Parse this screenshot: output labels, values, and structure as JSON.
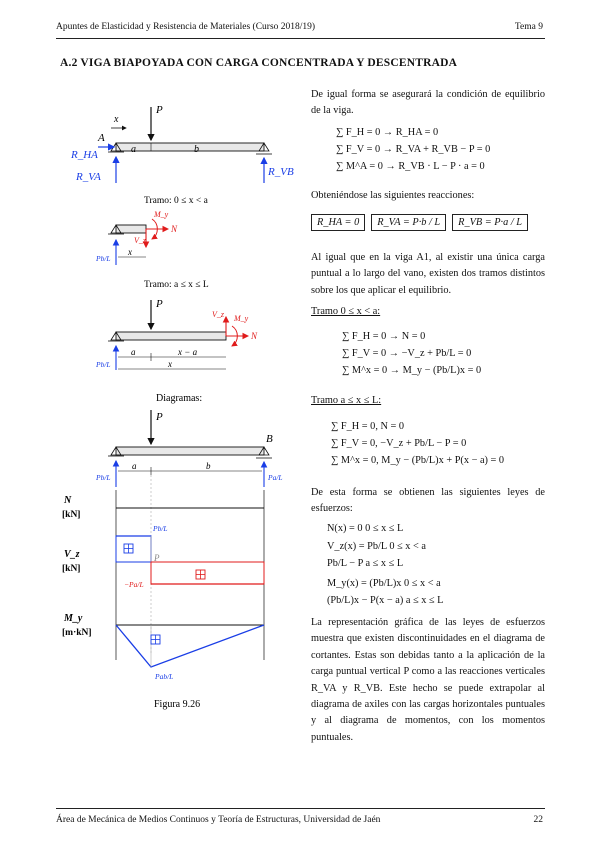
{
  "header": {
    "left": "Apuntes de Elasticidad y Resistencia de Materiales (Curso 2018/19)",
    "right": "Tema 9"
  },
  "section": {
    "title": "A.2 VIGA BIAPOYADA CON CARGA CONCENTRADA Y DESCENTRADA"
  },
  "text": {
    "p1": "De igual forma se asegurará la condición de equilibrio de la viga.",
    "eq1": "∑ F_H = 0   →          R_HA = 0",
    "eq2": "∑ F_V = 0   →   R_VA + R_VB − P = 0",
    "eq3": "∑ M^A = 0   →   R_VB · L − P · a = 0",
    "p2": "Obteniéndose las siguientes reacciones:",
    "box1": "R_HA = 0",
    "box2": "R_VA = P·b / L",
    "box3": "R_VB = P·a / L",
    "p3": "Al igual que en la viga A1, al existir una única carga puntual a lo largo del vano, existen dos tramos distintos sobre los que aplicar el equilibrio.",
    "tramo1": "Tramo 0 ≤ x < a:",
    "t1eq1": "∑ F_H = 0   →        N = 0",
    "t1eq2": "∑ F_V = 0   →   −V_z + Pb/L = 0",
    "t1eq3": "∑ M^x = 0   →   M_y − (Pb/L)x = 0",
    "tramo2": "Tramo a ≤ x ≤ L:",
    "t2eq1": "∑ F_H = 0,           N = 0",
    "t2eq2": "∑ F_V = 0,      −V_z + Pb/L − P = 0",
    "t2eq3": "∑ M^x = 0,   M_y − (Pb/L)x + P(x − a) = 0",
    "p4": "De esta forma se obtienen las siguientes leyes de esfuerzos:",
    "law1": "N(x) = 0                    0 ≤ x ≤ L",
    "law2": "V_z(x) = Pb/L              0 ≤ x < a",
    "law3": "            Pb/L − P       a ≤ x ≤ L",
    "law4": "M_y(x) = (Pb/L)x            0 ≤ x < a",
    "law5": "          (Pb/L)x − P(x − a)   a ≤ x ≤ L",
    "p5": "La representación gráfica de las leyes de esfuerzos muestra que existen discontinuidades en el diagrama de cortantes. Estas son debidas tanto a la aplicación de la carga puntual vertical P como a las reacciones verticales R_VA y R_VB. Este hecho se puede extrapolar al diagrama de axiles con las cargas horizontales puntuales y al diagrama de momentos, con los momentos puntuales."
  },
  "figure": {
    "label_P": "P",
    "label_A": "A",
    "label_B": "B",
    "label_x": "x",
    "label_a": "a",
    "label_b": "b",
    "label_RHA": "R_HA",
    "label_RVA": "R_VA",
    "label_RVB": "R_VB",
    "tramo1_title": "Tramo:  0 ≤ x < a",
    "tramo2_title": "Tramo:  a ≤ x ≤ L",
    "diag_title": "Diagramas:",
    "label_Pb_L": "Pb/L",
    "label_Pa_L": "Pa/L",
    "label_My": "M_y",
    "label_Vz": "V_z",
    "label_N": "N",
    "label_x_minus_a": "x − a",
    "N_axis": "N",
    "N_unit": "[kN]",
    "V_axis": "V_z",
    "V_unit": "[kN]",
    "M_axis": "M_y",
    "M_unit": "[m·kN]",
    "diag_Pb_L": "Pb/L",
    "diag_P": "P",
    "diag_neg_Pa_L": "−Pa/L",
    "diag_Pab_L": "Pab/L",
    "caption": "Figura 9.26",
    "colors": {
      "blue": "#1a3ee6",
      "red": "#e01b1b"
    }
  },
  "footer": {
    "left": "Área de Mecánica de Medios Continuos y Teoría de Estructuras, Universidad de Jaén",
    "right": "22"
  }
}
